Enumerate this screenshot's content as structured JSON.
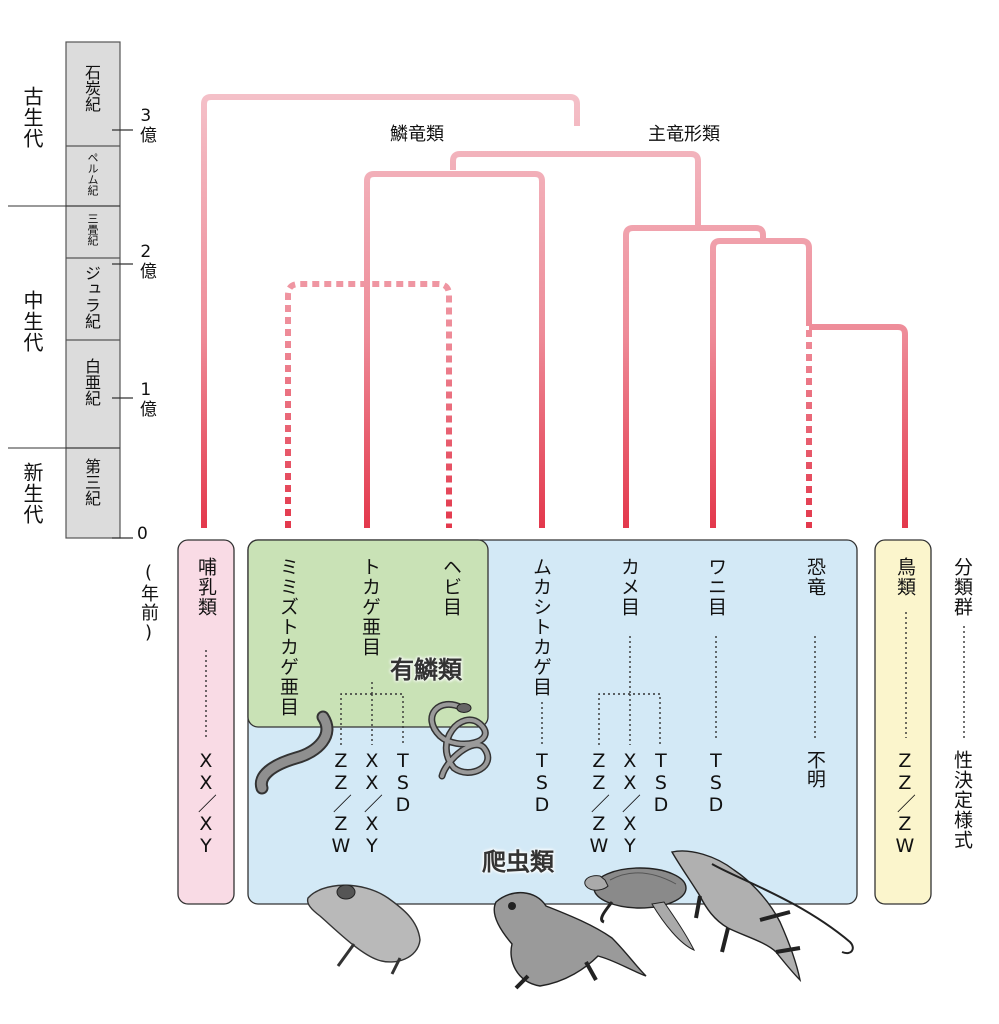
{
  "timescale": {
    "eras": [
      "古生代",
      "中生代",
      "新生代"
    ],
    "periods": [
      "石炭紀",
      "ペルム紀",
      "三畳紀",
      "ジュラ紀",
      "白亜紀",
      "第三紀"
    ],
    "ticks": [
      "3億",
      "2億",
      "1億",
      "0"
    ],
    "unit": "(年前)"
  },
  "clades": {
    "squamate_line": "鱗竜類",
    "archosaur_line": "主竜形類"
  },
  "groups": {
    "squamata": "有鱗類",
    "reptilia": "爬虫類"
  },
  "taxa": {
    "mammals": "哺乳類",
    "amphisbaenia": "ミミズトカゲ亜目",
    "lizards": "トカゲ亜目",
    "snakes": "ヘビ目",
    "tuatara": "ムカシトカゲ目",
    "turtles": "カメ目",
    "crocodiles": "ワニ目",
    "dinosaurs": "恐竜",
    "birds": "鳥類"
  },
  "sex_determination": {
    "mammals": "XX／XY",
    "squamates": [
      "ZZ／ZW",
      "XX／XY",
      "TSD"
    ],
    "tuatara": "TSD",
    "turtles": [
      "ZZ／ZW",
      "XX／XY",
      "TSD"
    ],
    "crocodiles": "TSD",
    "dinosaurs": "不明",
    "birds": "ZZ／ZW"
  },
  "axis_labels": {
    "taxon_group": "分類群",
    "sex_determination": "性決定様式"
  },
  "colors": {
    "tree_top": "#f2b7c0",
    "tree_bottom": "#e33d4f",
    "mammal_box": "#f9dbe5",
    "reptile_box": "#d3e9f6",
    "squamate_box": "#c9e2b6",
    "bird_box": "#fbf5cc",
    "timescale_box": "#dcdcdc"
  },
  "icons": [
    "worm-lizard-icon",
    "snake-icon",
    "gecko-icon",
    "tuatara-icon",
    "sea-turtle-icon",
    "crocodile-icon"
  ]
}
